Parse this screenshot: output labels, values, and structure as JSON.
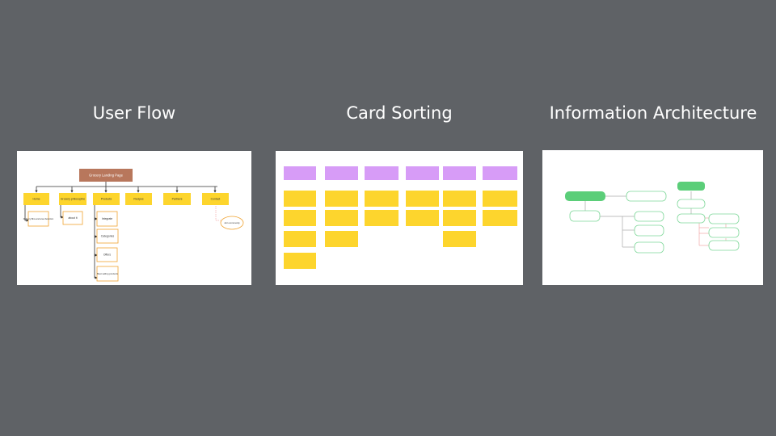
{
  "headings": {
    "user_flow": "User Flow",
    "card_sorting": "Card Sorting",
    "information_architecture": "Information Architecture"
  },
  "user_flow": {
    "root": "Grocery Landing Page",
    "nav": [
      "Home",
      "Grocery philosophie",
      "Products",
      "Recipes",
      "Partners",
      "Contact"
    ],
    "children": {
      "home": "Delivery Bins and area Selection",
      "philosophy": "about it",
      "products": [
        "Integrate",
        "Categories",
        "Offers",
        "Best selling products"
      ],
      "contact": "Join community"
    }
  },
  "colors": {
    "background": "#5f6266",
    "panel": "#ffffff",
    "root_node": "#b8775c",
    "yellow_node": "#fdd52d",
    "orange_outline": "#f0a230",
    "purple_card": "#d79cf7",
    "green_node": "#5bce79",
    "green_outline": "#7fd89a"
  },
  "card_sorting": {
    "columns": [
      {
        "cards": 4
      },
      {
        "cards": 3
      },
      {
        "cards": 2
      },
      {
        "cards": 2
      },
      {
        "cards": 3
      },
      {
        "cards": 2
      }
    ]
  }
}
